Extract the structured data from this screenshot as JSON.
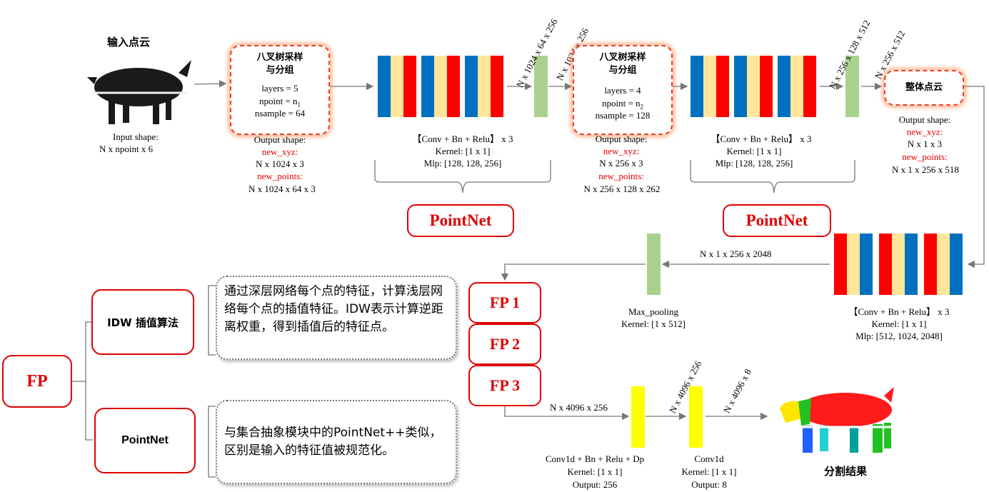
{
  "colors": {
    "blue": "#0070c0",
    "yellow": "#ffe699",
    "red": "#ff0000",
    "green": "#a9d18e",
    "bright_yellow": "#ffff00",
    "box_red": "#e00000"
  },
  "input": {
    "title": "输入点云",
    "shape_label": "Input shape:",
    "shape_value": "N x npoint x 6"
  },
  "sa1": {
    "title_line1": "八叉树采样",
    "title_line2": "与分组",
    "layers": "layers = 5",
    "npoint_prefix": "npoint = n",
    "npoint_sub": "1",
    "nsample": "nsample = 64",
    "out_label": "Output shape:",
    "xyz_label": "new_xyz:",
    "xyz_value": "N x 1024 x 3",
    "points_label": "new_points:",
    "points_value": "N x 1024 x 64 x 3"
  },
  "mlp1": {
    "line1": "【Conv + Bn + Relu】 x 3",
    "line2": "Kernel: [1 x 1]",
    "line3": "Mlp: [128, 128, 256]",
    "rot_a": "N x 1024 x 64 x 256",
    "rot_b": "N x 1024 x 256",
    "pointnet": "PointNet"
  },
  "sa2": {
    "title_line1": "八叉树采样",
    "title_line2": "与分组",
    "layers": "layers = 4",
    "npoint_prefix": "npoint = n",
    "npoint_sub": "2",
    "nsample": "nsample = 128",
    "out_label": "Output shape:",
    "xyz_label": "new_xyz:",
    "xyz_value": "N x 256 x 3",
    "points_label": "new_points:",
    "points_value": "N x 256 x 128 x 262"
  },
  "mlp2": {
    "line1": "【Conv + Bn + Relu】 x 3",
    "line2": "Kernel: [1 x 1]",
    "line3": "Mlp: [128, 128, 256]",
    "rot_a": "N x 256 x 128 x 512",
    "rot_b": "N x 256 x 512",
    "pointnet": "PointNet"
  },
  "global": {
    "title": "整体点云",
    "out_label": "Output shape:",
    "xyz_label": "new_xyz:",
    "xyz_value": "N x 1 x 3",
    "points_label": "new_points:",
    "points_value": "N x 1 x 256 x 518"
  },
  "mlp3": {
    "line1": "【Conv + Bn + Relu】 x 3",
    "line2": "Kernel: [1 x 1]",
    "line3": "Mlp: [512, 1024, 2048]"
  },
  "maxpool": {
    "edge_label": "N x 1 x 256 x 2048",
    "line1": "Max_pooling",
    "line2": "Kernel: [1 x 512]"
  },
  "fp": {
    "fp1": "FP 1",
    "fp2": "FP 2",
    "fp3": "FP 3"
  },
  "head": {
    "edge_label": "N x 4096 x 256",
    "conv_a_line1": "Conv1d + Bn + Relu + Dp",
    "conv_a_line2": "Kernel: [1 x 1]",
    "conv_a_line3": "Output: 256",
    "rot_a": "N x 4096 x 256",
    "conv_b_line1": "Conv1d",
    "conv_b_line2": "Kernel: [1 x 1]",
    "conv_b_line3": "Output: 8",
    "rot_b": "N x 4096 x 8",
    "result": "分割结果"
  },
  "legend": {
    "root": "FP",
    "idw": "IDW 插值算法",
    "idw_desc": "通过深层网络每个点的特征，计算浅层网络每个点的插值特征。IDW表示计算逆距离权重，得到插值后的特征点。",
    "pointnet": "PointNet",
    "pointnet_desc": "与集合抽象模块中的PointNet++类似，区别是输入的特征值被规范化。"
  }
}
